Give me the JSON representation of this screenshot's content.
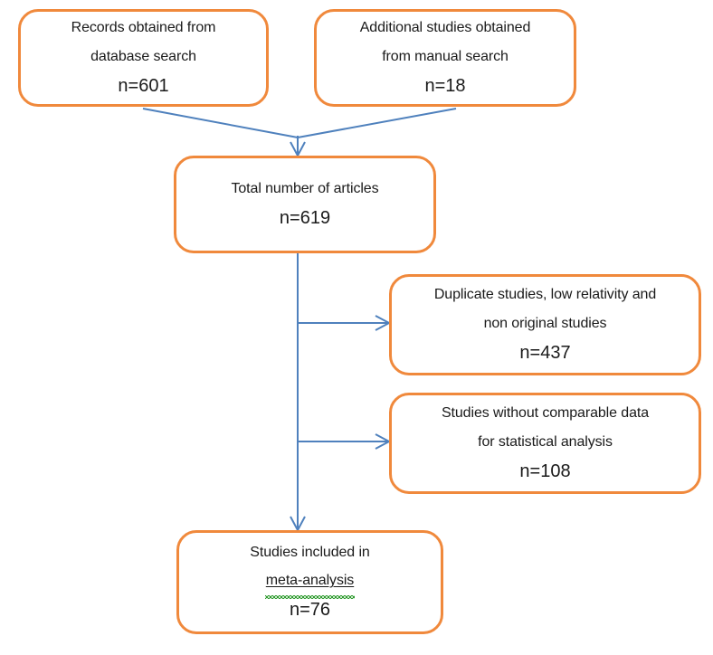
{
  "diagram": {
    "title": "PRISMA study selection flow diagram",
    "colors": {
      "node_border": "#F0893C",
      "node_fill": "#FFFFFF",
      "connector": "#4F81BD",
      "text": "#1A1A1A",
      "spellcheck_underline": "#2E9B2E"
    }
  },
  "nodes": {
    "db_search": {
      "line1": "Records obtained from",
      "line2": "database search",
      "count": "n=601"
    },
    "manual_search": {
      "line1": "Additional studies obtained",
      "line2": "from manual search",
      "count": "n=18"
    },
    "total_articles": {
      "line1": "Total number of articles",
      "count": "n=619"
    },
    "excluded_duplicates": {
      "line1": "Duplicate studies, low relativity and",
      "line2": "non original studies",
      "count": "n=437"
    },
    "excluded_no_data": {
      "line1": "Studies without comparable data",
      "line2": "for statistical analysis",
      "count": "n=108"
    },
    "included": {
      "line1": "Studies included in",
      "line2": "meta-analysis",
      "count": "n=76"
    }
  },
  "connectors": [
    {
      "name": "db-search-to-merge",
      "from": "db_search",
      "to": "total_articles"
    },
    {
      "name": "manual-search-to-merge",
      "from": "manual_search",
      "to": "total_articles"
    },
    {
      "name": "merge-to-total",
      "from": "merge_point",
      "to": "total_articles"
    },
    {
      "name": "total-to-trunk",
      "from": "total_articles",
      "to": "included"
    },
    {
      "name": "trunk-to-excluded-duplicates",
      "from": "total_articles",
      "to": "excluded_duplicates"
    },
    {
      "name": "trunk-to-excluded-no-data",
      "from": "total_articles",
      "to": "excluded_no_data"
    },
    {
      "name": "trunk-to-included",
      "from": "total_articles",
      "to": "included"
    }
  ]
}
